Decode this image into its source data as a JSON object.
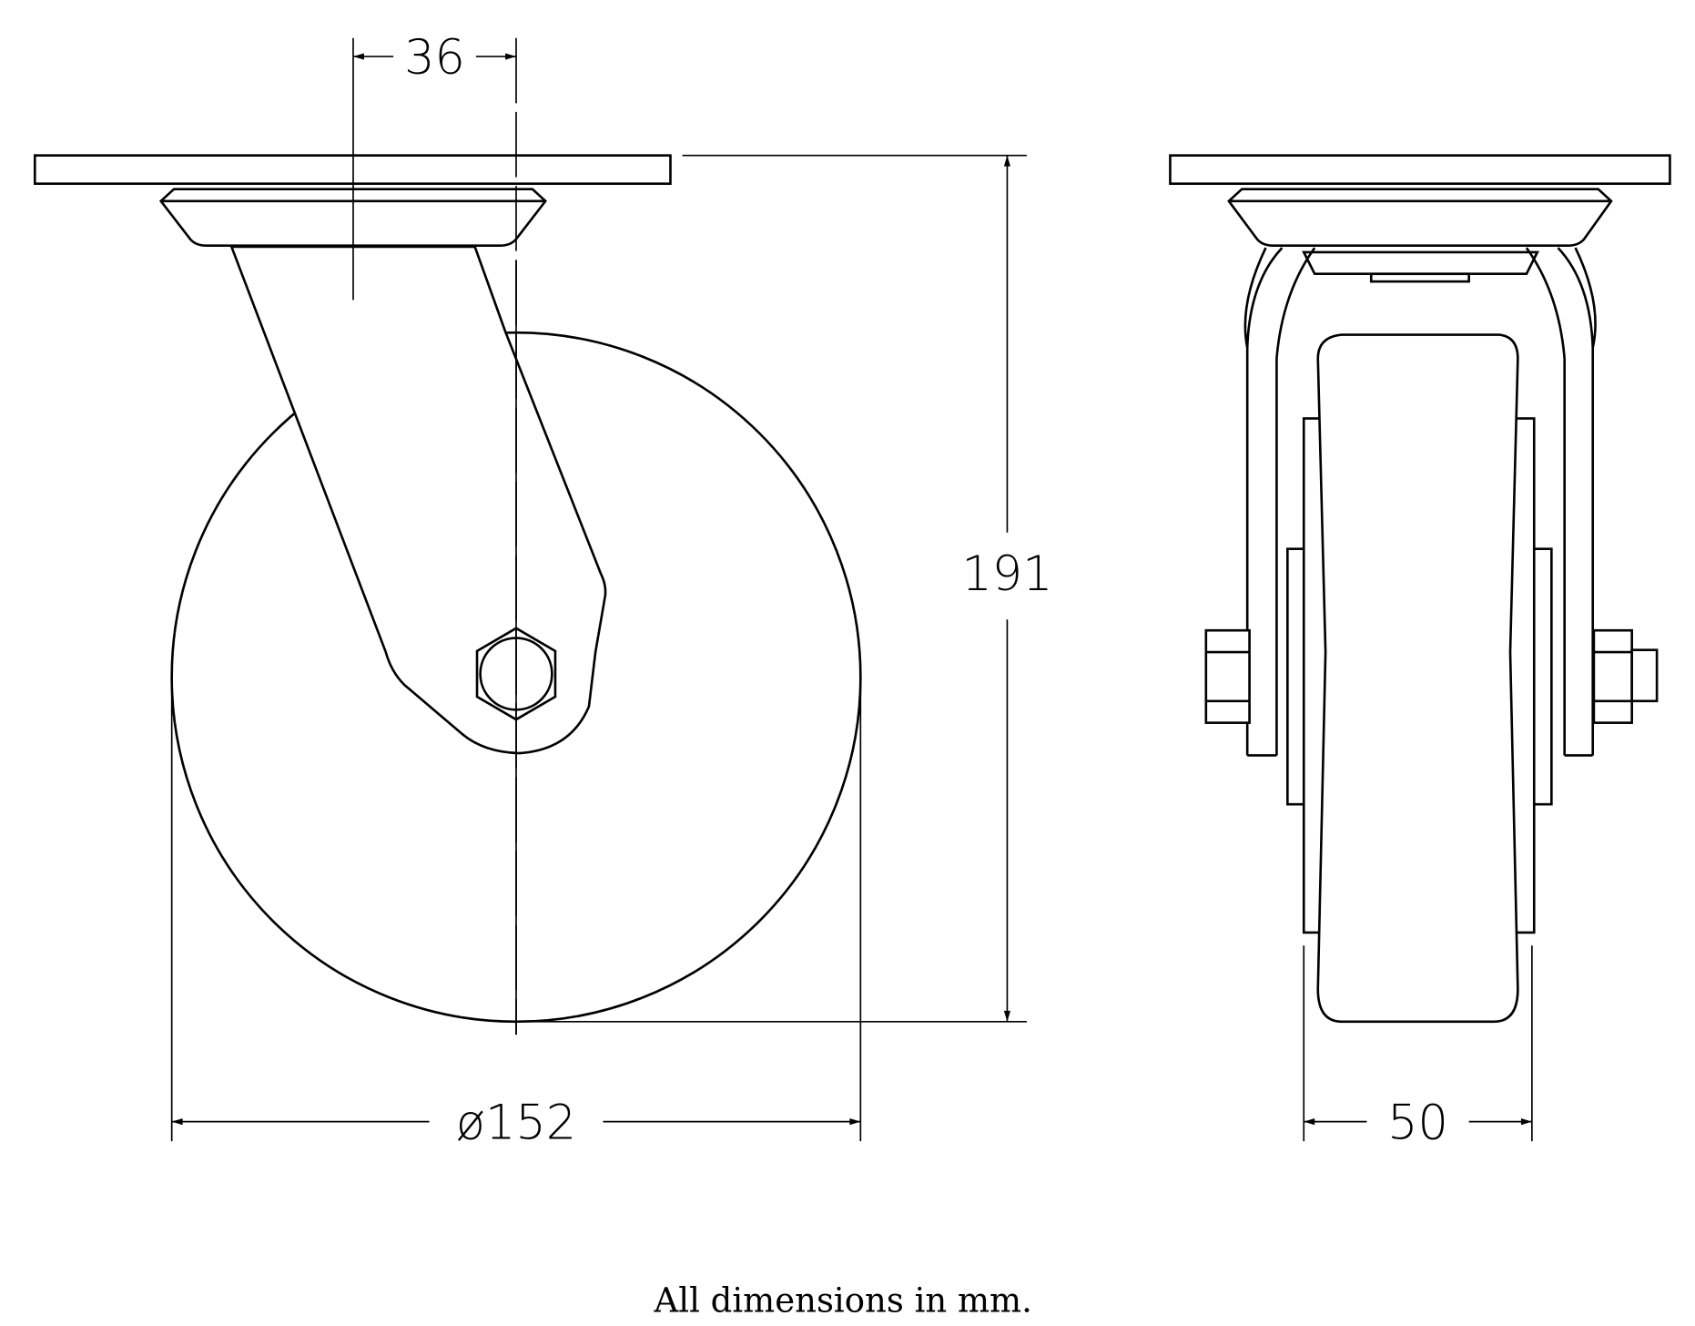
{
  "dimensions": {
    "offset": "36",
    "height": "191",
    "diameter": "ø152",
    "width": "50"
  },
  "note": "All dimensions in mm.",
  "colors": {
    "line": "#000000",
    "background": "#ffffff"
  }
}
